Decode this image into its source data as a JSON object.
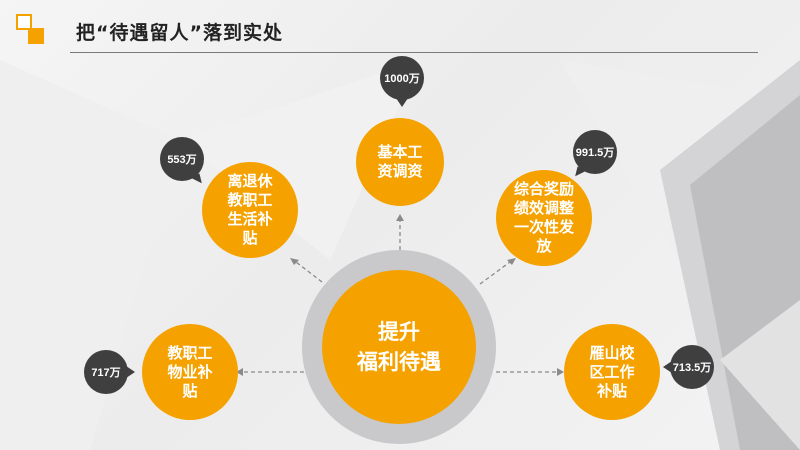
{
  "header": {
    "title": "把“待遇留人”落到实处"
  },
  "hub": {
    "line1": "提升",
    "line2": "福利待遇"
  },
  "items": [
    {
      "label": "基本工\n资调资",
      "amount": "1000万"
    },
    {
      "label": "离退休\n教职工\n生活补\n贴",
      "amount": "553万"
    },
    {
      "label": "综合奖励\n绩效调整\n一次性发\n放",
      "amount": "991.5万"
    },
    {
      "label": "教职工\n物业补\n贴",
      "amount": "717万"
    },
    {
      "label": "雁山校\n区工作\n补贴",
      "amount": "713.5万"
    }
  ],
  "colors": {
    "accent": "#f5a100",
    "bubble": "#3f3f3f",
    "ring": "#c9c9cb"
  }
}
